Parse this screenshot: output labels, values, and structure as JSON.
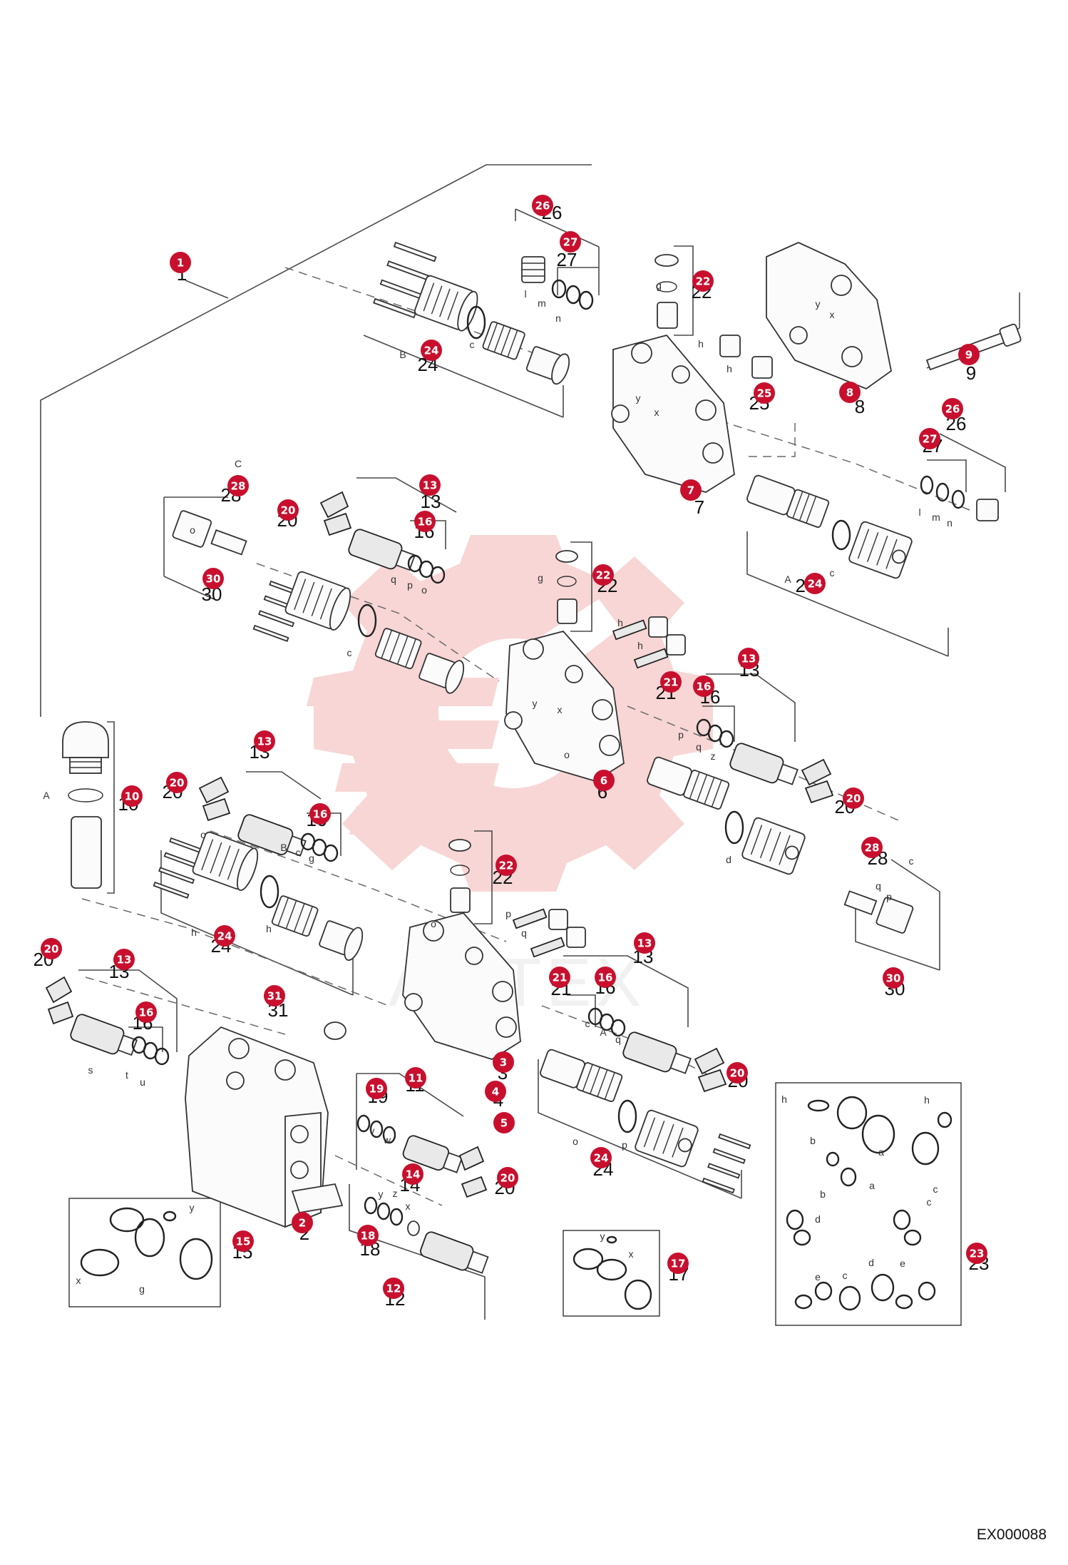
{
  "drawing_code": "EX000088",
  "watermark": {
    "text": "AMTEX",
    "color": "#f4b6b6"
  },
  "colors": {
    "callout": "#c8102e",
    "line": "#4a4a4a"
  },
  "callouts": [
    {
      "label": "1"
    },
    {
      "label": "26"
    },
    {
      "label": "27"
    },
    {
      "label": "22"
    },
    {
      "label": "24"
    },
    {
      "label": "9"
    },
    {
      "label": "25"
    },
    {
      "label": "8"
    },
    {
      "label": "26"
    },
    {
      "label": "27"
    },
    {
      "label": "7"
    },
    {
      "label": "28"
    },
    {
      "label": "20"
    },
    {
      "label": "13"
    },
    {
      "label": "16"
    },
    {
      "label": "30"
    },
    {
      "label": "22"
    },
    {
      "label": "24"
    },
    {
      "label": "13"
    },
    {
      "label": "21"
    },
    {
      "label": "16"
    },
    {
      "label": "6"
    },
    {
      "label": "20"
    },
    {
      "label": "13"
    },
    {
      "label": "20"
    },
    {
      "label": "10"
    },
    {
      "label": "16"
    },
    {
      "label": "28"
    },
    {
      "label": "22"
    },
    {
      "label": "24"
    },
    {
      "label": "13"
    },
    {
      "label": "20"
    },
    {
      "label": "13"
    },
    {
      "label": "21"
    },
    {
      "label": "16"
    },
    {
      "label": "30"
    },
    {
      "label": "16"
    },
    {
      "label": "31"
    },
    {
      "label": "3"
    },
    {
      "label": "4"
    },
    {
      "label": "5"
    },
    {
      "label": "11"
    },
    {
      "label": "19"
    },
    {
      "label": "20"
    },
    {
      "label": "14"
    },
    {
      "label": "20"
    },
    {
      "label": "24"
    },
    {
      "label": "2"
    },
    {
      "label": "18"
    },
    {
      "label": "15"
    },
    {
      "label": "17"
    },
    {
      "label": "12"
    },
    {
      "label": "23"
    }
  ],
  "part_numbers": [
    {
      "label": "1"
    },
    {
      "label": "26"
    },
    {
      "label": "27"
    },
    {
      "label": "22"
    },
    {
      "label": "24"
    },
    {
      "label": "9"
    },
    {
      "label": "25"
    },
    {
      "label": "8"
    },
    {
      "label": "26"
    },
    {
      "label": "27"
    },
    {
      "label": "7"
    },
    {
      "label": "28"
    },
    {
      "label": "20"
    },
    {
      "label": "13"
    },
    {
      "label": "16"
    },
    {
      "label": "30"
    },
    {
      "label": "22"
    },
    {
      "label": "24"
    },
    {
      "label": "13"
    },
    {
      "label": "21"
    },
    {
      "label": "16"
    },
    {
      "label": "6"
    },
    {
      "label": "20"
    },
    {
      "label": "13"
    },
    {
      "label": "20"
    },
    {
      "label": "10"
    },
    {
      "label": "16"
    },
    {
      "label": "28"
    },
    {
      "label": "22"
    },
    {
      "label": "24"
    },
    {
      "label": "13"
    },
    {
      "label": "20"
    },
    {
      "label": "13"
    },
    {
      "label": "21"
    },
    {
      "label": "16"
    },
    {
      "label": "30"
    },
    {
      "label": "16"
    },
    {
      "label": "31"
    },
    {
      "label": "3"
    },
    {
      "label": "4"
    },
    {
      "label": "11"
    },
    {
      "label": "19"
    },
    {
      "label": "20"
    },
    {
      "label": "14"
    },
    {
      "label": "20"
    },
    {
      "label": "24"
    },
    {
      "label": "2"
    },
    {
      "label": "18"
    },
    {
      "label": "15"
    },
    {
      "label": "17"
    },
    {
      "label": "12"
    },
    {
      "label": "23"
    }
  ],
  "seal_letters": [
    {
      "label": "B"
    },
    {
      "label": "c"
    },
    {
      "label": "n"
    },
    {
      "label": "m"
    },
    {
      "label": "l"
    },
    {
      "label": "g"
    },
    {
      "label": "h"
    },
    {
      "label": "h"
    },
    {
      "label": "y"
    },
    {
      "label": "x"
    },
    {
      "label": "y"
    },
    {
      "label": "x"
    },
    {
      "label": "l"
    },
    {
      "label": "m"
    },
    {
      "label": "n"
    },
    {
      "label": "A"
    },
    {
      "label": "c"
    },
    {
      "label": "C"
    },
    {
      "label": "o"
    },
    {
      "label": "q"
    },
    {
      "label": "p"
    },
    {
      "label": "o"
    },
    {
      "label": "c"
    },
    {
      "label": "g"
    },
    {
      "label": "h"
    },
    {
      "label": "h"
    },
    {
      "label": "y"
    },
    {
      "label": "x"
    },
    {
      "label": "o"
    },
    {
      "label": "p"
    },
    {
      "label": "q"
    },
    {
      "label": "z"
    },
    {
      "label": "A"
    },
    {
      "label": "c"
    },
    {
      "label": "d"
    },
    {
      "label": "q"
    },
    {
      "label": "p"
    },
    {
      "label": "o"
    },
    {
      "label": "B"
    },
    {
      "label": "c"
    },
    {
      "label": "g"
    },
    {
      "label": "h"
    },
    {
      "label": "h"
    },
    {
      "label": "o"
    },
    {
      "label": "p"
    },
    {
      "label": "q"
    },
    {
      "label": "c"
    },
    {
      "label": "A"
    },
    {
      "label": "q"
    },
    {
      "label": "p"
    },
    {
      "label": "o"
    },
    {
      "label": "s"
    },
    {
      "label": "t"
    },
    {
      "label": "u"
    },
    {
      "label": "v"
    },
    {
      "label": "w"
    },
    {
      "label": "y"
    },
    {
      "label": "z"
    },
    {
      "label": "x"
    },
    {
      "label": "y"
    },
    {
      "label": "x"
    },
    {
      "label": "g"
    },
    {
      "label": "y"
    },
    {
      "label": "x"
    },
    {
      "label": "h"
    },
    {
      "label": "h"
    },
    {
      "label": "a"
    },
    {
      "label": "b"
    },
    {
      "label": "a"
    },
    {
      "label": "b"
    },
    {
      "label": "c"
    },
    {
      "label": "d"
    },
    {
      "label": "c"
    },
    {
      "label": "c"
    },
    {
      "label": "d"
    },
    {
      "label": "e"
    },
    {
      "label": "e"
    }
  ]
}
